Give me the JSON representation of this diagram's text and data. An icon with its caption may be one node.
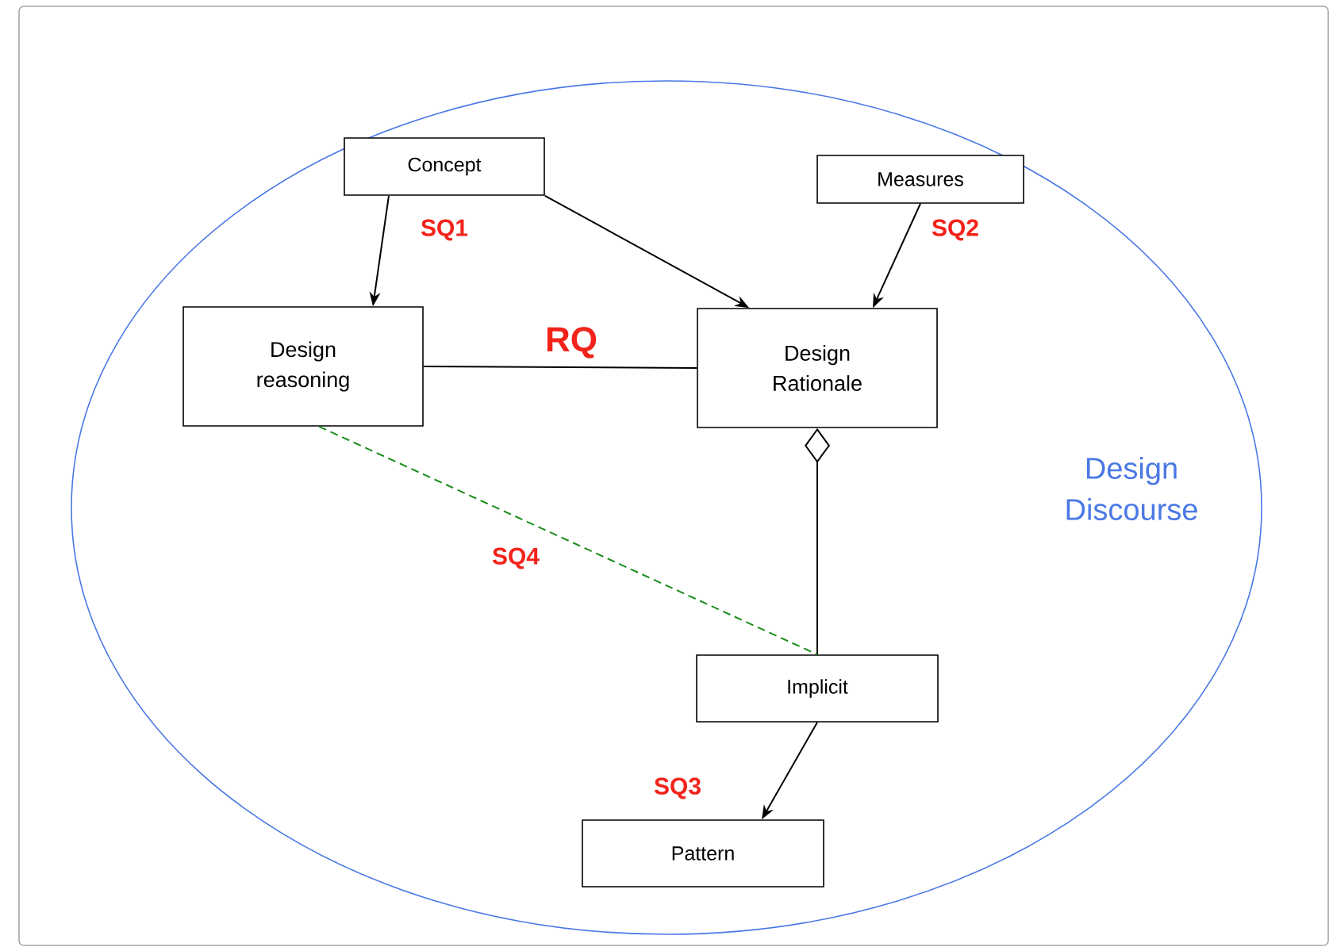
{
  "diagram": {
    "nodes": [
      {
        "text": [
          "Design Discourse"
        ]
      },
      {
        "text": [
          "Concept"
        ],
        "in": 0
      },
      {
        "text": [
          "Measures"
        ],
        "in": 0
      },
      {
        "text": [
          "Design reasoning"
        ],
        "in": 0
      },
      {
        "text": [
          "Design Rationale"
        ],
        "in": 0
      },
      {
        "text": [
          "Implicit"
        ],
        "in": 0
      },
      {
        "text": [
          "Pattern"
        ],
        "in": 0
      }
    ],
    "edges": [
      {
        "from": 1,
        "to": 3,
        "arrow": "to",
        "label": "SQ1"
      },
      {
        "from": 1,
        "to": 4,
        "arrow": "to"
      },
      {
        "from": 2,
        "to": 4,
        "arrow": "to",
        "label": "SQ2"
      },
      {
        "from": 3,
        "to": 4,
        "arrow": "none",
        "label": "RQ"
      },
      {
        "from": 4,
        "to": 5,
        "arrow": "other"
      },
      {
        "from": 3,
        "to": 5,
        "arrow": "none",
        "label": "SQ4",
        "style": "dashed",
        "color": "#1a8c1a"
      },
      {
        "from": 5,
        "to": 6,
        "arrow": "to",
        "label": "SQ3"
      }
    ]
  }
}
